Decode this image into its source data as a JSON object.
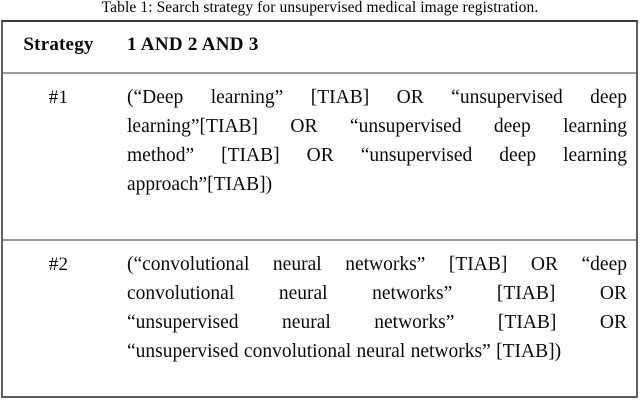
{
  "caption": {
    "text": "Table 1: Search strategy for unsupervised medical image registration."
  },
  "table": {
    "headers": {
      "strategy": "Strategy",
      "query": "1 AND 2 AND 3"
    },
    "rows": [
      {
        "strategy": "#1",
        "query_lines": [
          "(“Deep learning” [TIAB] OR “unsupervised deep",
          "learning”[TIAB] OR “unsupervised deep learning",
          "method” [TIAB] OR “unsupervised deep learning",
          "approach”[TIAB])"
        ],
        "query_full": "(“Deep learning” [TIAB] OR “unsupervised deep learning”[TIAB] OR “unsupervised deep learning method” [TIAB] OR “unsupervised deep learning approach”[TIAB])"
      },
      {
        "strategy": "#2",
        "query_lines": [
          "(“convolutional neural networks” [TIAB] OR “deep",
          "convolutional neural networks” [TIAB] OR",
          "“unsupervised neural networks” [TIAB] OR",
          "“unsupervised convolutional neural networks” [TIAB])"
        ],
        "query_full": "(“convolutional neural networks” [TIAB] OR “deep convolutional neural networks” [TIAB] OR “unsupervised neural networks” [TIAB] OR “unsupervised convolutional neural networks” [TIAB])"
      }
    ]
  },
  "colors": {
    "text": "#0a0a0a",
    "background": "#ffffff",
    "outer_border": "#5e5e5e",
    "grid_border": "#9a9a9a"
  }
}
